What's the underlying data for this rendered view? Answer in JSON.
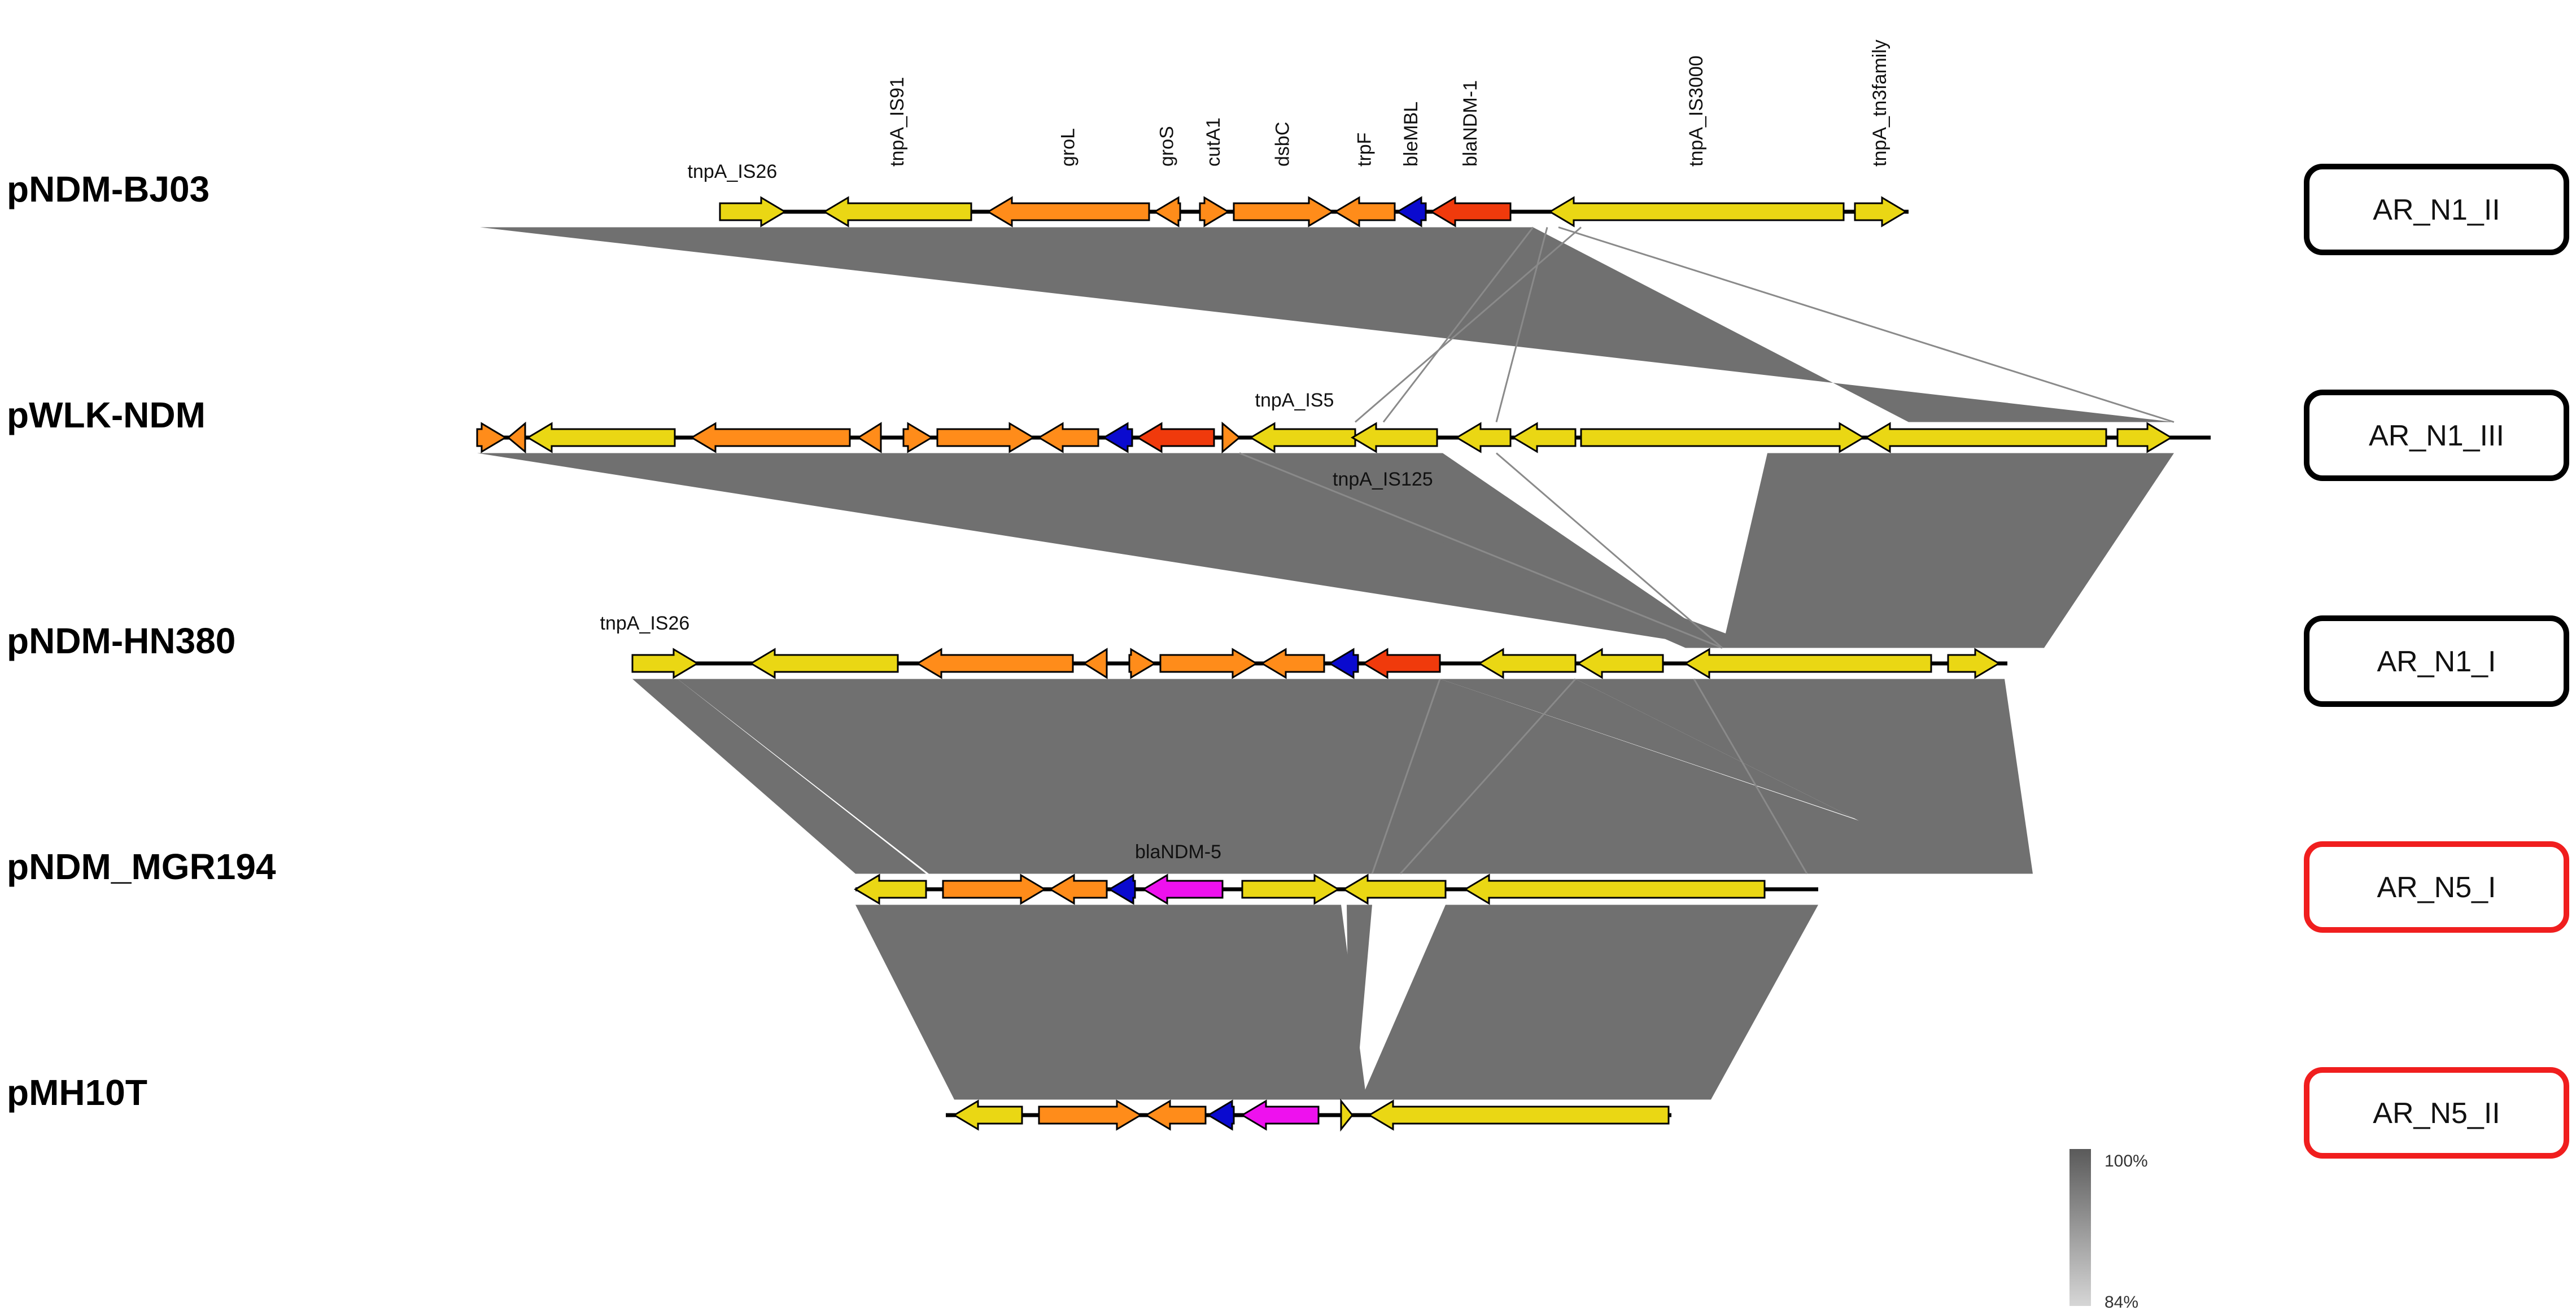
{
  "colors": {
    "yellow": "#EAD714",
    "orange": "#FF8C1A",
    "blue": "#0A0ACF",
    "red": "#F03A0C",
    "magenta": "#EE11EE",
    "link": "#707070",
    "ar_black": "#000000",
    "ar_red": "#F01E1E"
  },
  "plasmids": [
    {
      "name": "pNDM-BJ03",
      "ar_label": "AR_N1_II",
      "ar_border": "black",
      "genes": [
        {
          "from": 1275,
          "to": 1390,
          "color": "yellow",
          "name": "tnpA_IS26"
        },
        {
          "from": 1720,
          "to": 1460,
          "color": "yellow",
          "name": "tnpA_IS91"
        },
        {
          "from": 2035,
          "to": 1750,
          "color": "orange",
          "name": "groL"
        },
        {
          "from": 2090,
          "to": 2045,
          "color": "orange",
          "name": "groS"
        },
        {
          "from": 2125,
          "to": 2175,
          "color": "orange",
          "name": "cutA1"
        },
        {
          "from": 2185,
          "to": 2360,
          "color": "orange",
          "name": "dsbC"
        },
        {
          "from": 2470,
          "to": 2365,
          "color": "orange",
          "name": "trpF"
        },
        {
          "from": 2525,
          "to": 2475,
          "color": "blue",
          "name": "bleMBL"
        },
        {
          "from": 2675,
          "to": 2535,
          "color": "red",
          "name": "blaNDM-1"
        },
        {
          "from": 3265,
          "to": 2745,
          "color": "yellow",
          "name": "tnpA_IS3000"
        },
        {
          "from": 3285,
          "to": 3375,
          "color": "yellow",
          "name": "tnpA_tn3family"
        }
      ]
    },
    {
      "name": "pWLK-NDM",
      "ar_label": "AR_N1_III",
      "ar_border": "black",
      "genes": [
        {
          "from": 845,
          "to": 895,
          "color": "orange",
          "name": ""
        },
        {
          "from": 930,
          "to": 900,
          "color": "orange",
          "name": ""
        },
        {
          "from": 1195,
          "to": 935,
          "color": "yellow",
          "name": ""
        },
        {
          "from": 1505,
          "to": 1225,
          "color": "orange",
          "name": ""
        },
        {
          "from": 1560,
          "to": 1520,
          "color": "orange",
          "name": ""
        },
        {
          "from": 1600,
          "to": 1650,
          "color": "orange",
          "name": ""
        },
        {
          "from": 1660,
          "to": 1830,
          "color": "orange",
          "name": ""
        },
        {
          "from": 1945,
          "to": 1840,
          "color": "orange",
          "name": ""
        },
        {
          "from": 2005,
          "to": 1955,
          "color": "blue",
          "name": ""
        },
        {
          "from": 2150,
          "to": 2015,
          "color": "red",
          "name": ""
        },
        {
          "from": 2165,
          "to": 2195,
          "color": "orange",
          "name": ""
        },
        {
          "from": 2400,
          "to": 2215,
          "color": "yellow",
          "name": "tnpA_IS5"
        },
        {
          "from": 2545,
          "to": 2395,
          "color": "yellow",
          "name": "tnpA_IS125"
        },
        {
          "from": 2675,
          "to": 2580,
          "color": "yellow",
          "name": ""
        },
        {
          "from": 2790,
          "to": 2680,
          "color": "yellow",
          "name": ""
        },
        {
          "from": 2800,
          "to": 3300,
          "color": "yellow",
          "name": ""
        },
        {
          "from": 3730,
          "to": 3305,
          "color": "yellow",
          "name": ""
        },
        {
          "from": 3750,
          "to": 3845,
          "color": "yellow",
          "name": ""
        }
      ]
    },
    {
      "name": "pNDM-HN380",
      "ar_label": "AR_N1_I",
      "ar_border": "black",
      "genes": [
        {
          "from": 1120,
          "to": 1235,
          "color": "yellow",
          "name": "tnpA_IS26"
        },
        {
          "from": 1590,
          "to": 1330,
          "color": "yellow",
          "name": ""
        },
        {
          "from": 1900,
          "to": 1625,
          "color": "orange",
          "name": ""
        },
        {
          "from": 1960,
          "to": 1920,
          "color": "orange",
          "name": ""
        },
        {
          "from": 2000,
          "to": 2045,
          "color": "orange",
          "name": ""
        },
        {
          "from": 2055,
          "to": 2225,
          "color": "orange",
          "name": ""
        },
        {
          "from": 2345,
          "to": 2235,
          "color": "orange",
          "name": ""
        },
        {
          "from": 2405,
          "to": 2355,
          "color": "blue",
          "name": ""
        },
        {
          "from": 2550,
          "to": 2415,
          "color": "red",
          "name": ""
        },
        {
          "from": 2790,
          "to": 2620,
          "color": "yellow",
          "name": ""
        },
        {
          "from": 2945,
          "to": 2795,
          "color": "yellow",
          "name": ""
        },
        {
          "from": 3420,
          "to": 2985,
          "color": "yellow",
          "name": ""
        },
        {
          "from": 3450,
          "to": 3540,
          "color": "yellow",
          "name": ""
        }
      ]
    },
    {
      "name": "pNDM_MGR194",
      "ar_label": "AR_N5_I",
      "ar_border": "red",
      "genes": [
        {
          "from": 1640,
          "to": 1515,
          "color": "yellow",
          "name": ""
        },
        {
          "from": 1670,
          "to": 1850,
          "color": "orange",
          "name": ""
        },
        {
          "from": 1960,
          "to": 1860,
          "color": "orange",
          "name": ""
        },
        {
          "from": 2010,
          "to": 1965,
          "color": "blue",
          "name": ""
        },
        {
          "from": 2165,
          "to": 2025,
          "color": "magenta",
          "name": "blaNDM-5"
        },
        {
          "from": 2200,
          "to": 2370,
          "color": "yellow",
          "name": ""
        },
        {
          "from": 2560,
          "to": 2380,
          "color": "yellow",
          "name": ""
        },
        {
          "from": 3125,
          "to": 2595,
          "color": "yellow",
          "name": ""
        }
      ]
    },
    {
      "name": "pMH10T",
      "ar_label": "AR_N5_II",
      "ar_border": "red",
      "genes": [
        {
          "from": 1810,
          "to": 1690,
          "color": "yellow",
          "name": ""
        },
        {
          "from": 1840,
          "to": 2020,
          "color": "orange",
          "name": ""
        },
        {
          "from": 2135,
          "to": 2030,
          "color": "orange",
          "name": ""
        },
        {
          "from": 2185,
          "to": 2140,
          "color": "blue",
          "name": ""
        },
        {
          "from": 2335,
          "to": 2200,
          "color": "magenta",
          "name": ""
        },
        {
          "from": 2375,
          "to": 2395,
          "color": "yellow",
          "name": ""
        },
        {
          "from": 2955,
          "to": 2425,
          "color": "yellow",
          "name": ""
        }
      ]
    }
  ],
  "scale": {
    "max": "100%",
    "min": "84%"
  }
}
